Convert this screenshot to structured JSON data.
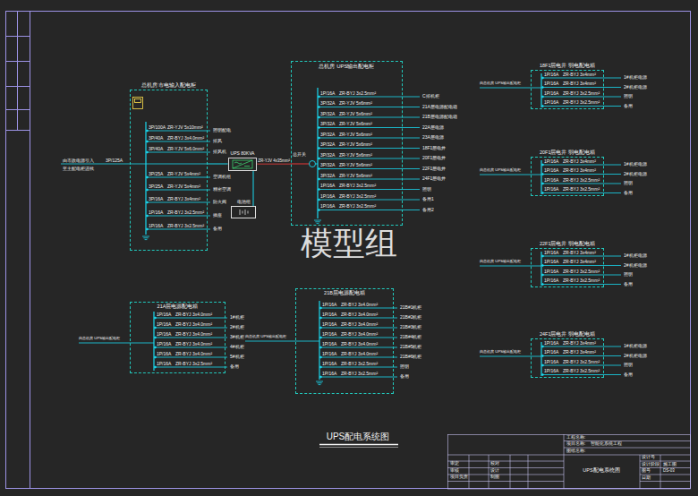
{
  "diagram": {
    "title": "UPS配电系统图",
    "nodes": [
      {
        "text": [
          "总机房 市电输入配电柜"
        ]
      },
      {
        "text": [
          "UPS 80KVA"
        ]
      },
      {
        "text": [
          "电池组"
        ]
      },
      {
        "text": [
          "总机房 UPS输出配电柜"
        ]
      },
      {
        "text": [
          "18F1层电井 弱电配电箱"
        ]
      },
      {
        "text": [
          "20F1层电井 弱电配电箱"
        ]
      },
      {
        "text": [
          "22F1层电井 弱电配电箱"
        ]
      },
      {
        "text": [
          "24F1层电井 弱电配电箱"
        ]
      },
      {
        "text": [
          "21A层电源配电箱"
        ]
      },
      {
        "text": [
          "21B层电源配电箱"
        ]
      }
    ],
    "edges": [
      {
        "from": 0,
        "to": 1,
        "arrow": "none"
      },
      {
        "from": 1,
        "to": 3,
        "arrow": "none",
        "label": "ZR-YJV 4x35mm²"
      },
      {
        "from": 1,
        "to": 2,
        "arrow": "none"
      }
    ],
    "labels": [
      "3P/100A",
      "ZR-YJV 5x10mm²",
      "照明配电",
      "3P/40A",
      "ZR-BYJ 3x4.0mm²",
      "排风",
      "3P/40A",
      "ZR-YJV 5x6.0mm²",
      "排风机",
      "3P/25A",
      "ZR-YJV 5x4mm²",
      "空调机组",
      "3P/25A",
      "ZR-YJV 5x4mm²",
      "精密空调",
      "3P/16A",
      "ZR-BYJ 3x4mm²",
      "防火阀",
      "1P/16A",
      "ZR-BYJ 3x2.5mm²",
      "插座",
      "1P/16A",
      "ZR-BYJ 3x2.5mm²",
      "备用",
      "1P/16A",
      "ZR-BYJ 3x2.5mm²",
      "C排机柜",
      "3P/32A",
      "ZR-YJV 5x6mm²",
      "21A层电源配电箱",
      "3P/32A",
      "ZR-YJV 5x6mm²",
      "21B层电源配电箱",
      "3P/32A",
      "ZR-YJV 5x6mm²",
      "22A层电源",
      "3P/32A",
      "ZR-YJV 5x6mm²",
      "23A层电源",
      "3P/32A",
      "ZR-YJV 5x6mm²",
      "18F1层电井",
      "3P/32A",
      "ZR-YJV 5x6mm²",
      "20F1层电井",
      "3P/32A",
      "ZR-YJV 5x6mm²",
      "22F1层电井",
      "3P/32A",
      "ZR-YJV 5x6mm²",
      "24F1层电井",
      "1P/16A",
      "ZR-BYJ 3x2.5mm²",
      "照明",
      "1P/16A",
      "ZR-BYJ 3x2.5mm²",
      "备用1",
      "1P/16A",
      "ZR-BYJ 3x2.5mm²",
      "备用2",
      "1P/16A",
      "ZR-BYJ 3x4mm²",
      "1#机柜电源",
      "1P/16A",
      "ZR-BYJ 3x4mm²",
      "2#机柜电源",
      "1P/16A",
      "ZR-BYJ 3x2.5mm²",
      "照明",
      "1P/16A",
      "ZR-BYJ 3x2.5mm²",
      "备用",
      "1P/16A",
      "ZR-BYJ 3x4mm²",
      "1#机柜电源",
      "1P/16A",
      "ZR-BYJ 3x4mm²",
      "2#机柜电源",
      "1P/16A",
      "ZR-BYJ 3x2.5mm²",
      "照明",
      "1P/16A",
      "ZR-BYJ 3x2.5mm²",
      "备用",
      "1P/16A",
      "ZR-BYJ 3x4mm²",
      "1#机柜电源",
      "1P/16A",
      "ZR-BYJ 3x4mm²",
      "2#机柜电源",
      "1P/16A",
      "ZR-BYJ 3x2.5mm²",
      "照明",
      "1P/16A",
      "ZR-BYJ 3x2.5mm²",
      "备用",
      "1P/16A",
      "ZR-BYJ 3x4mm²",
      "1#机柜电源",
      "1P/16A",
      "ZR-BYJ 3x4mm²",
      "2#机柜电源",
      "1P/16A",
      "ZR-BYJ 3x2.5mm²",
      "照明",
      "1P/16A",
      "ZR-BYJ 3x2.5mm²",
      "备用",
      "1P/16A",
      "ZR-BYJ 3x4.0mm²",
      "1#机柜",
      "1P/16A",
      "ZR-BYJ 3x4.0mm²",
      "2#机柜",
      "1P/16A",
      "ZR-BYJ 3x4.0mm²",
      "3#机柜",
      "1P/16A",
      "ZR-BYJ 3x4.0mm²",
      "4#机柜",
      "1P/16A",
      "ZR-BYJ 3x4.0mm²",
      "5#机柜",
      "1P/16A",
      "ZR-BYJ 3x2.5mm²",
      "备用",
      "1P/16A",
      "ZR-BYJ 3x4.0mm²",
      "21B#1机柜",
      "1P/16A",
      "ZR-BYJ 3x4.0mm²",
      "21B#2机柜",
      "1P/16A",
      "ZR-BYJ 3x4.0mm²",
      "21B#3机柜",
      "1P/16A",
      "ZR-BYJ 3x4.0mm²",
      "21B#4机柜",
      "1P/16A",
      "ZR-BYJ 3x4.0mm²",
      "21B#5机柜",
      "1P/16A",
      "ZR-BYJ 3x4.0mm²",
      "21B#6机柜",
      "1P/16A",
      "ZR-BYJ 3x2.5mm²",
      "照明",
      "1P/16A",
      "ZR-BYJ 3x2.5mm²",
      "备用",
      "由市政电源引入",
      "至主配电柜进线",
      "3P/125A",
      "总开关",
      "由总机房 UPS输出配电柜",
      "由总机房 UPS输出配电柜",
      "由总机房 UPS输出配电柜",
      "由总机房 UPS输出配电柜",
      "由总机房 UPS输出配电柜",
      "由总机房 UPS输出配电柜",
      "模型组",
      "工程名称:",
      "项目名称:",
      "智能化系统工程",
      "图纸名称:",
      "UPS配电系统图",
      "设计号",
      "设计阶段",
      "施工图",
      "图号",
      "DS-03",
      "日期",
      "审定",
      "审核",
      "项目负责",
      "校对",
      "设计",
      "制图"
    ]
  }
}
